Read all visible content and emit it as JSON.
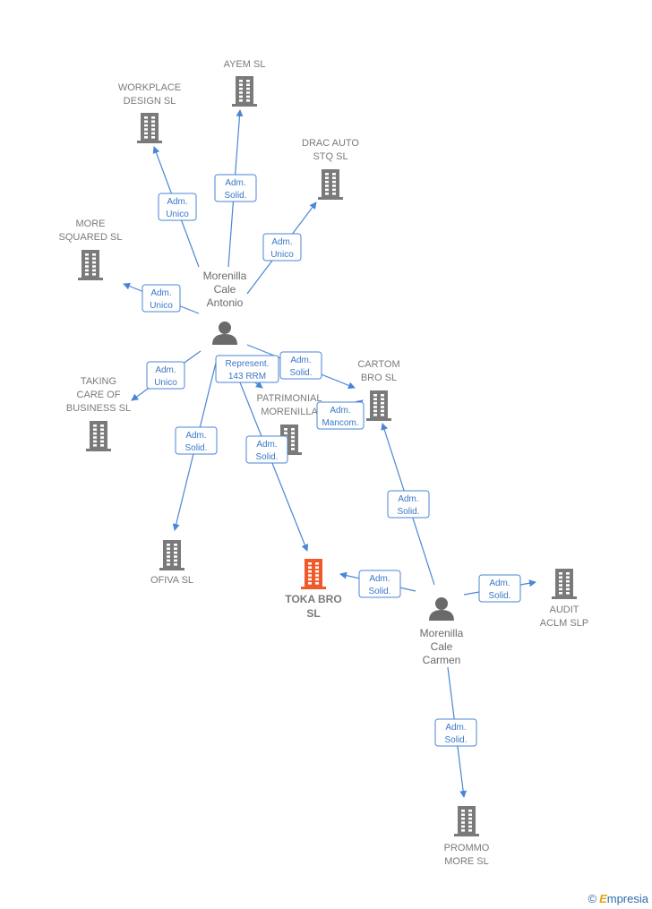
{
  "colors": {
    "edge": "#4a86d6",
    "company": "#7a7a7a",
    "focus_company": "#f05a28",
    "person": "#6a6a6a"
  },
  "nodes": [
    {
      "id": "workplace",
      "label": [
        "WORKPLACE",
        "DESIGN SL"
      ],
      "kind": "company",
      "icon": "building-icon"
    },
    {
      "id": "ayem",
      "label": [
        "AYEM  SL"
      ],
      "kind": "company",
      "icon": "building-icon"
    },
    {
      "id": "drac",
      "label": [
        "DRAC AUTO",
        "STQ  SL"
      ],
      "kind": "company",
      "icon": "building-icon"
    },
    {
      "id": "more_squared",
      "label": [
        "MORE",
        "SQUARED  SL"
      ],
      "kind": "company",
      "icon": "building-icon"
    },
    {
      "id": "taking_care",
      "label": [
        "TAKING",
        "CARE OF",
        "BUSINESS  SL"
      ],
      "kind": "company",
      "icon": "building-icon"
    },
    {
      "id": "patrimonial",
      "label": [
        "PATRIMONIAL",
        "MORENILLA"
      ],
      "kind": "company",
      "icon": "building-icon"
    },
    {
      "id": "cartom",
      "label": [
        "CARTOM",
        "BRO  SL"
      ],
      "kind": "company",
      "icon": "building-icon"
    },
    {
      "id": "ofiva",
      "label": [
        "OFIVA SL"
      ],
      "kind": "company",
      "icon": "building-icon"
    },
    {
      "id": "toka",
      "label": [
        "TOKA BRO",
        "SL"
      ],
      "kind": "focus",
      "icon": "building-icon"
    },
    {
      "id": "audit",
      "label": [
        "AUDIT",
        "ACLM  SLP"
      ],
      "kind": "company",
      "icon": "building-icon"
    },
    {
      "id": "prommo",
      "label": [
        "PROMMO",
        "MORE  SL"
      ],
      "kind": "company",
      "icon": "building-icon"
    },
    {
      "id": "antonio",
      "label": [
        "Morenilla",
        "Cale",
        "Antonio"
      ],
      "kind": "person",
      "icon": "person-icon"
    },
    {
      "id": "carmen",
      "label": [
        "Morenilla",
        "Cale",
        "Carmen"
      ],
      "kind": "person",
      "icon": "person-icon"
    }
  ],
  "edges": [
    {
      "from": "antonio",
      "to": "workplace",
      "label": [
        "Adm.",
        "Unico"
      ]
    },
    {
      "from": "antonio",
      "to": "ayem",
      "label": [
        "Adm.",
        "Solid."
      ]
    },
    {
      "from": "antonio",
      "to": "drac",
      "label": [
        "Adm.",
        "Unico"
      ]
    },
    {
      "from": "antonio",
      "to": "more_squared",
      "label": [
        "Adm.",
        "Unico"
      ]
    },
    {
      "from": "antonio",
      "to": "taking_care",
      "label": [
        "Adm.",
        "Unico"
      ]
    },
    {
      "from": "antonio",
      "to": "patrimonial",
      "label": [
        "Represent.",
        "143 RRM"
      ]
    },
    {
      "from": "antonio",
      "to": "cartom",
      "label": [
        "Adm.",
        "Solid."
      ]
    },
    {
      "from": "antonio",
      "to": "ofiva",
      "label": [
        "Adm.",
        "Solid."
      ]
    },
    {
      "from": "antonio",
      "to": "toka",
      "label": [
        "Adm.",
        "Solid."
      ]
    },
    {
      "from": "patrimonial",
      "to": "cartom",
      "label": [
        "Adm.",
        "Mancom."
      ]
    },
    {
      "from": "carmen",
      "to": "cartom",
      "label": [
        "Adm.",
        "Solid."
      ]
    },
    {
      "from": "carmen",
      "to": "toka",
      "label": [
        "Adm.",
        "Solid."
      ]
    },
    {
      "from": "carmen",
      "to": "audit",
      "label": [
        "Adm.",
        "Solid."
      ]
    },
    {
      "from": "carmen",
      "to": "prommo",
      "label": [
        "Adm.",
        "Solid."
      ]
    }
  ],
  "watermark": {
    "copyright": "©",
    "brand_initial": "E",
    "brand_rest": "mpresia"
  }
}
